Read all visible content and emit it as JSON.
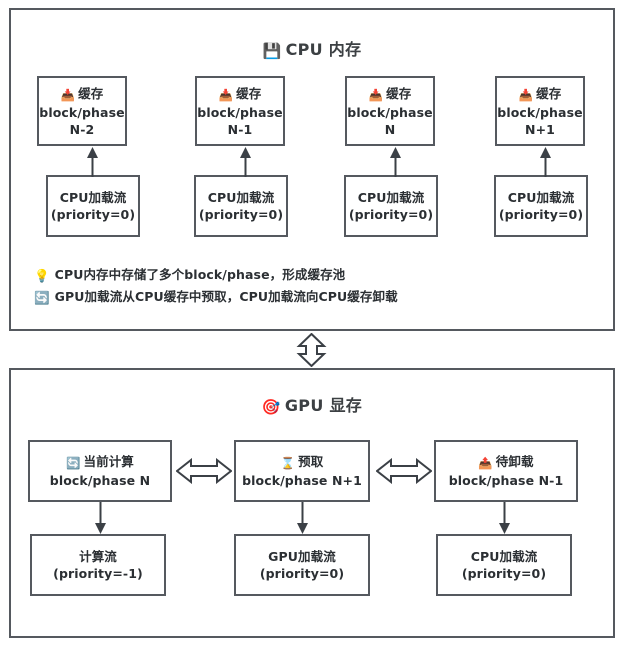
{
  "diagram": {
    "cpu_panel": {
      "title": "CPU 内存",
      "title_icon": "floppy-disk-icon",
      "title_emoji": "💾",
      "cache_boxes": [
        {
          "icon": "inbox-tray-icon",
          "emoji": "📥",
          "label": "缓存",
          "line2": "block/phase",
          "line3": "N-2"
        },
        {
          "icon": "inbox-tray-icon",
          "emoji": "📥",
          "label": "缓存",
          "line2": "block/phase",
          "line3": "N-1"
        },
        {
          "icon": "inbox-tray-icon",
          "emoji": "📥",
          "label": "缓存",
          "line2": "block/phase",
          "line3": "N"
        },
        {
          "icon": "inbox-tray-icon",
          "emoji": "📥",
          "label": "缓存",
          "line2": "block/phase",
          "line3": "N+1"
        }
      ],
      "stream_boxes": [
        {
          "line1": "CPU加载流",
          "line2": "(priority=0)"
        },
        {
          "line1": "CPU加载流",
          "line2": "(priority=0)"
        },
        {
          "line1": "CPU加载流",
          "line2": "(priority=0)"
        },
        {
          "line1": "CPU加载流",
          "line2": "(priority=0)"
        }
      ],
      "legend": [
        {
          "icon": "light-bulb-icon",
          "emoji": "💡",
          "text": "CPU内存中存储了多个block/phase，形成缓存池"
        },
        {
          "icon": "arrows-counterclockwise-icon",
          "emoji": "🔄",
          "text": "GPU加载流从CPU缓存中预取，CPU加载流向CPU缓存卸载"
        }
      ]
    },
    "gpu_panel": {
      "title": "GPU 显存",
      "title_icon": "dart-target-icon",
      "title_emoji": "🎯",
      "top_boxes": [
        {
          "icon": "arrows-counterclockwise-icon",
          "emoji": "🔄",
          "label": "当前计算",
          "line2": "block/phase N"
        },
        {
          "icon": "hourglass-icon",
          "emoji": "⌛",
          "label": "预取",
          "line2": "block/phase N+1"
        },
        {
          "icon": "outbox-tray-icon",
          "emoji": "📤",
          "label": "待卸载",
          "line2": "block/phase N-1"
        }
      ],
      "stream_boxes": [
        {
          "line1": "计算流",
          "line2": "(priority=-1)"
        },
        {
          "line1": "GPU加载流",
          "line2": "(priority=0)"
        },
        {
          "line1": "CPU加载流",
          "line2": "(priority=0)"
        }
      ]
    },
    "colors": {
      "stroke": "#55595f",
      "text": "#2b2f33",
      "title": "#3c4043",
      "background": "#ffffff"
    }
  }
}
